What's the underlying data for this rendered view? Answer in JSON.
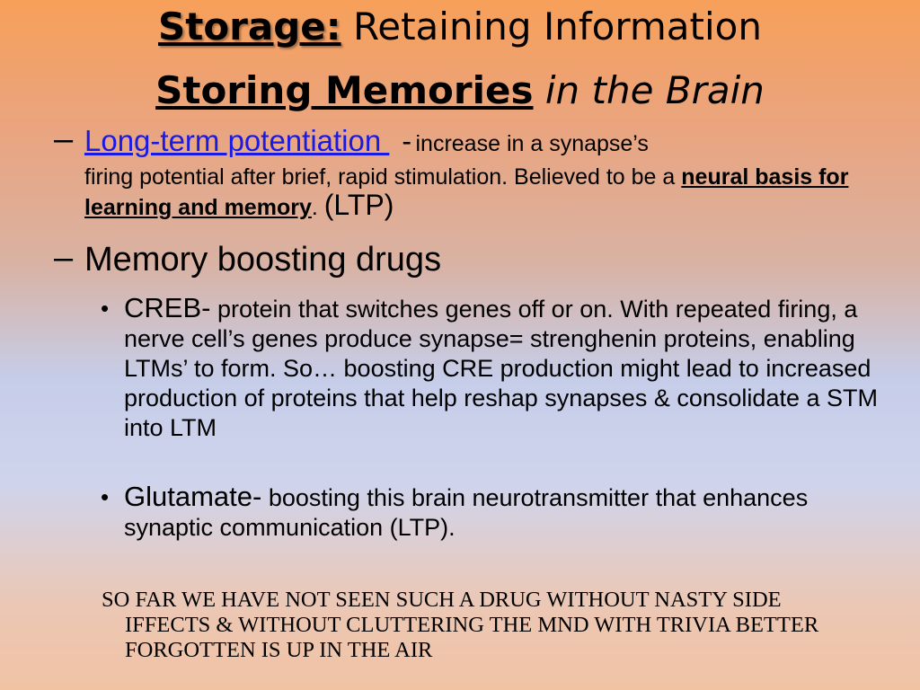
{
  "title": {
    "storage": "Storage:",
    "retaining": " Retaining Information",
    "storing_memories": "Storing Memories",
    "in_the_brain": " in the Brain"
  },
  "ltp": {
    "dash": "–",
    "link": "Long-term potentiation ",
    "separator": "-",
    "lead": "increase in a synapse’s",
    "body": "firing potential after brief, rapid stimulation.  Believed to be a",
    "bold": "neural basis for learning and memory",
    "period": ". ",
    "tag": "(LTP)"
  },
  "drugs": {
    "dash": "–",
    "text": "Memory boosting drugs"
  },
  "creb": {
    "bullet": "•",
    "term": "CREB-",
    "text": " protein that switches genes off or on.  With repeated firing, a nerve cell’s genes produce synapse= strenghenin proteins, enabling LTMs’ to form.  So… boosting CRE production might lead to increased production of proteins that help reshap synapses & consolidate a STM into LTM"
  },
  "glutamate": {
    "bullet": "•",
    "term": "Glutamate-",
    "text": " boosting this brain neurotransmitter that enhances synaptic communication (LTP)."
  },
  "note": {
    "first": "SO FAR WE HAVE NOT SEEN SUCH A DRUG WITHOUT NASTY SIDE",
    "rest": "IFFECTS & WITHOUT CLUTTERING THE MND WITH TRIVIA BETTER FORGOTTEN IS UP IN THE AIR"
  }
}
